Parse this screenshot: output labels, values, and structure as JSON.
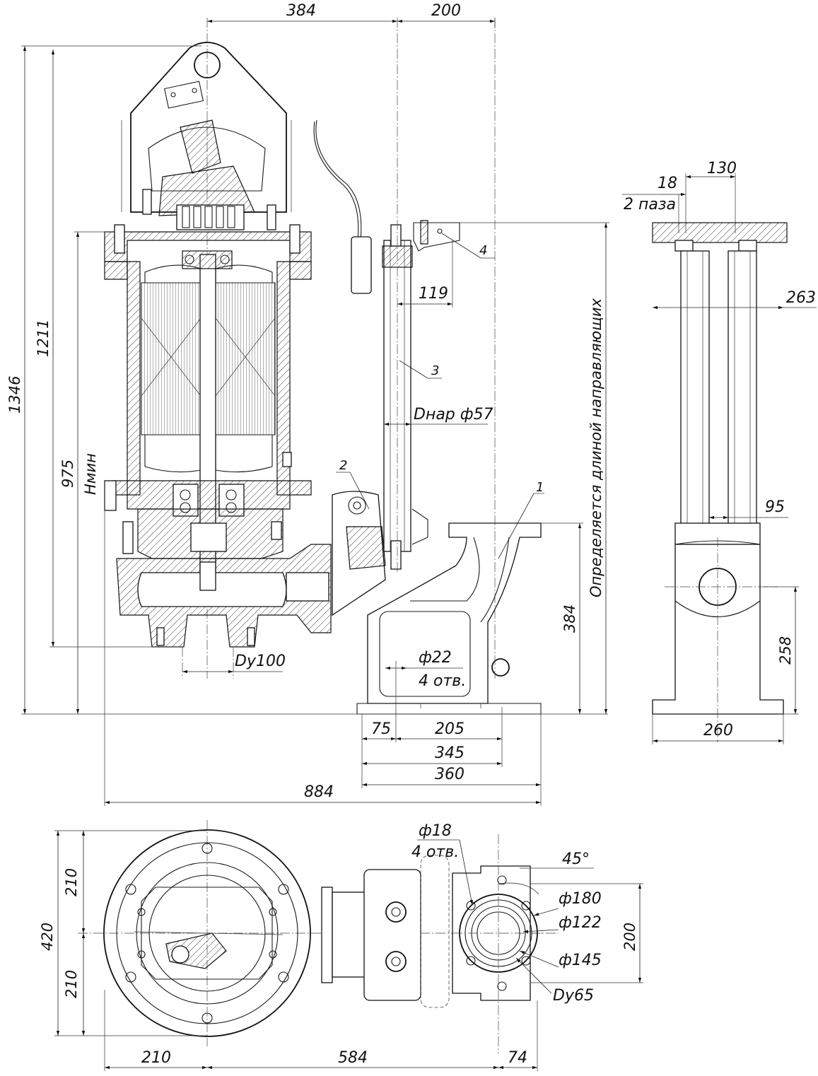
{
  "front_view": {
    "dims": {
      "top_left": "384",
      "top_right": "200",
      "height_total": "1346",
      "height_1211": "1211",
      "height_975": "975",
      "hmin": "Hмин",
      "pipe_119": "119",
      "pipe_dnar": "Dнар ф57",
      "height_384": "384",
      "dy100": "Dу100",
      "hole_d22": "ф22",
      "hole_count": "4 отв.",
      "base_75": "75",
      "base_205": "205",
      "base_345": "345",
      "base_360": "360",
      "overall_884": "884",
      "guide_length_note": "Определяется длиной направляющих"
    },
    "callouts": {
      "c1": "1",
      "c2": "2",
      "c3": "3",
      "c4": "4"
    }
  },
  "side_view": {
    "dims": {
      "d18": "18",
      "slots": "2 паза",
      "d130": "130",
      "d263": "263",
      "d95": "95",
      "d258": "258",
      "d260": "260"
    }
  },
  "plan_view": {
    "dims": {
      "d210_top": "210",
      "d420": "420",
      "d210_bottom": "210",
      "hole_d18": "ф18",
      "hole_count": "4 отв.",
      "angle": "45°",
      "d180": "ф180",
      "d122": "ф122",
      "d145": "ф145",
      "dy65": "Dу65",
      "d200": "200",
      "b210": "210",
      "b584": "584",
      "b74": "74"
    }
  }
}
